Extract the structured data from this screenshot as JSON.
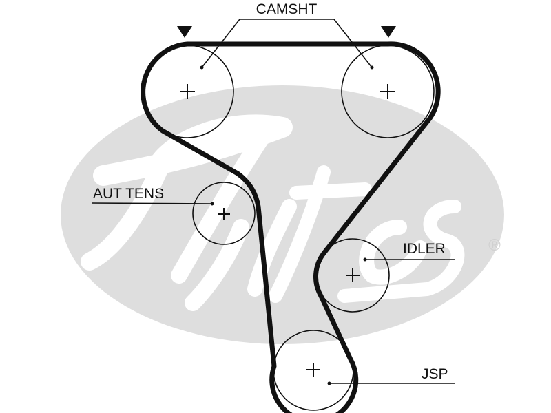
{
  "logo": {
    "brand": "Gates",
    "registered_mark": "®",
    "background_color": "#dedede"
  },
  "labels": {
    "camshaft": "CAMSHT",
    "tensioner": "AUT TENS",
    "idler": "IDLER",
    "crankshaft": "JSP"
  },
  "colors": {
    "belt": "#111111",
    "pulley_stroke": "#111111"
  },
  "markers": {
    "timing_marks": "down-triangle-icon"
  }
}
